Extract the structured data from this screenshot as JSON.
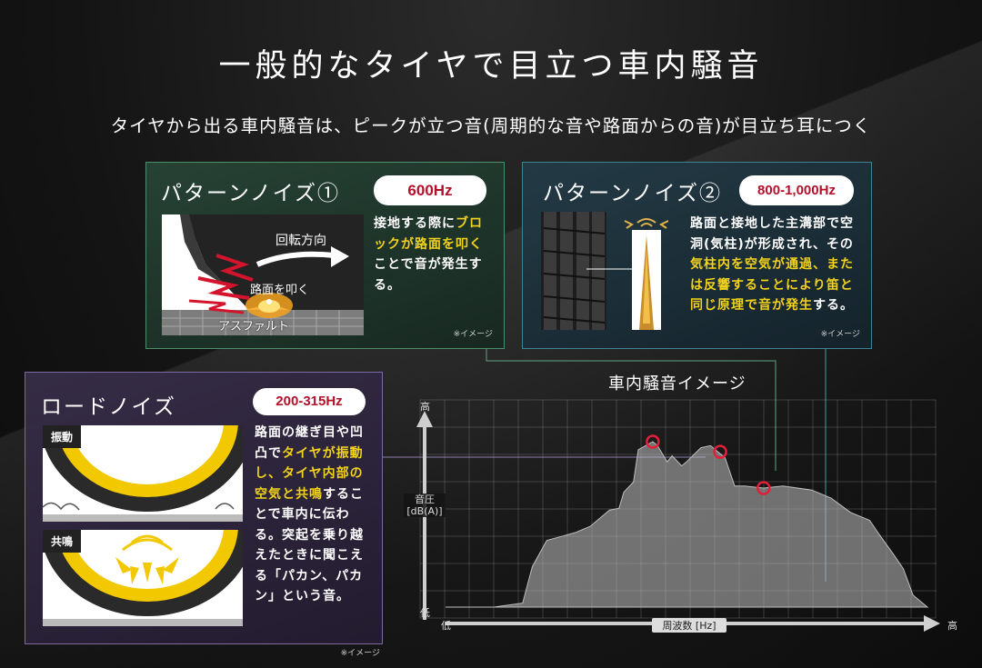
{
  "header": {
    "title": "一般的なタイヤで目立つ車内騒音",
    "subtitle": "タイヤから出る車内騒音は、ピークが立つ音(周期的な音や路面からの音)が目立ち耳につく"
  },
  "pattern1": {
    "title": "パターンノイズ①",
    "badge": "600Hz",
    "text_a": "接地する際に",
    "text_hl": "ブロックが路面を叩く",
    "text_b": "ことで音が発生する。",
    "label_rotation": "回転方向",
    "label_hit": "路面を叩く",
    "label_asphalt": "アスファルト",
    "note": "※イメージ"
  },
  "pattern2": {
    "title": "パターンノイズ②",
    "badge": "800-1,000Hz",
    "text_a": "路面と接地した主溝部で空洞(気柱)が形成され、その",
    "text_hl": "気柱内を空気が通過、または反響することにより笛と同じ原理で音が発生",
    "text_b": "する。",
    "note": "※イメージ"
  },
  "road": {
    "title": "ロードノイズ",
    "badge": "200-315Hz",
    "tag_vibration": "振動",
    "tag_resonance": "共鳴",
    "text_a": "路面の継ぎ目や凹凸で",
    "text_hl": "タイヤが振動し、タイヤ内部の空気と共鳴",
    "text_b": "することで車内に伝わる。突起を乗り越えたときに聞こえる「パカン、パカン」という音。",
    "note": "※イメージ"
  },
  "chart": {
    "title": "車内騒音イメージ",
    "y_high": "高",
    "y_low": "低",
    "x_low": "低",
    "x_high": "高",
    "ylabel": "音圧[dB(A)]",
    "xlabel": "周波数 [Hz]"
  },
  "chart_data": {
    "type": "area",
    "title": "車内騒音イメージ",
    "xlabel": "周波数 [Hz]",
    "ylabel": "音圧[dB(A)]",
    "x_scale": "relative (低 → 高)",
    "y_scale": "relative (低 → 高)",
    "x": [
      0.0,
      0.1,
      0.16,
      0.18,
      0.21,
      0.24,
      0.27,
      0.3,
      0.34,
      0.36,
      0.37,
      0.39,
      0.4,
      0.43,
      0.44,
      0.46,
      0.47,
      0.49,
      0.5,
      0.53,
      0.55,
      0.58,
      0.6,
      0.62,
      0.66,
      0.7,
      0.76,
      0.8,
      0.84,
      0.88,
      0.9,
      0.93,
      0.95,
      0.97,
      1.0
    ],
    "y": [
      0.0,
      0.0,
      0.02,
      0.2,
      0.33,
      0.35,
      0.37,
      0.4,
      0.48,
      0.49,
      0.57,
      0.62,
      0.78,
      0.82,
      0.8,
      0.72,
      0.75,
      0.7,
      0.72,
      0.79,
      0.8,
      0.74,
      0.6,
      0.6,
      0.59,
      0.6,
      0.58,
      0.54,
      0.47,
      0.43,
      0.36,
      0.26,
      0.19,
      0.06,
      0.0
    ],
    "peaks": [
      {
        "name": "ロードノイズ",
        "x": 0.43,
        "y": 0.82
      },
      {
        "name": "パターンノイズ①",
        "x": 0.57,
        "y": 0.77
      },
      {
        "name": "パターンノイズ②",
        "x": 0.66,
        "y": 0.59
      }
    ],
    "grid": true
  },
  "colors": {
    "pattern1_border": "#4c8f6f",
    "pattern2_border": "#3f8296",
    "road_border": "#7c6b9c",
    "badge_text": "#b3112a",
    "highlight": "#f2d21c",
    "peak_marker": "#e0203b"
  }
}
